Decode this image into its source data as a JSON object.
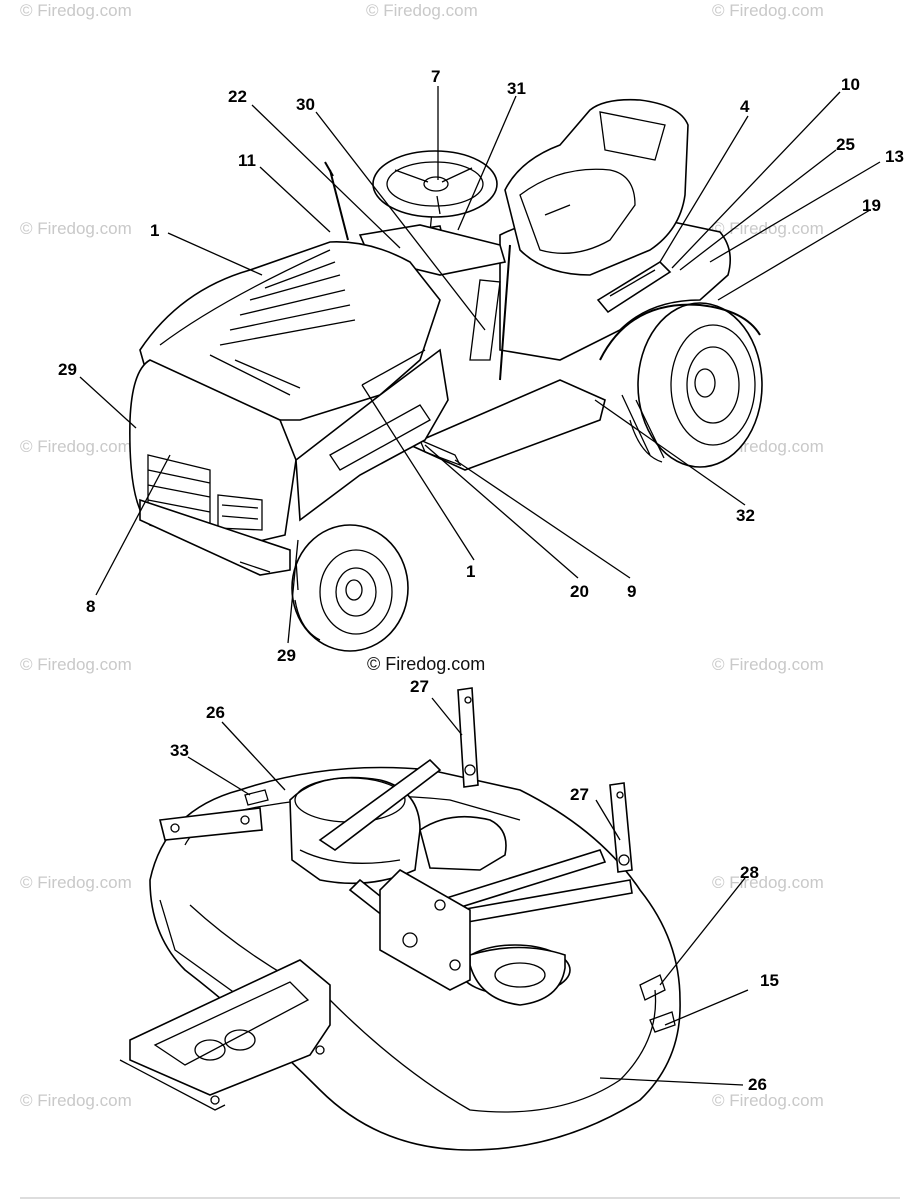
{
  "watermark_text": "© Firedog.com",
  "center_watermark": "© Firedog.com",
  "top_callouts": [
    "1",
    "7",
    "22",
    "30",
    "31",
    "4",
    "10",
    "25",
    "13",
    "19",
    "11",
    "29",
    "8",
    "29",
    "1",
    "20",
    "9",
    "32"
  ],
  "bottom_callouts": [
    "27",
    "26",
    "33",
    "27",
    "28",
    "15",
    "26"
  ]
}
